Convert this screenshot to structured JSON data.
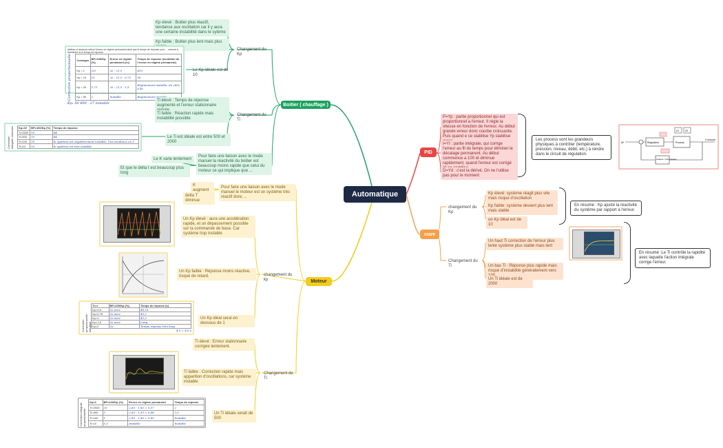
{
  "root": "Automatique",
  "boitier": {
    "label": "Boitier ( chauffage )",
    "kp_group": "Changement du Kp",
    "kp_eleve": "Kp élevé : Boitier plus réactif, tendance aux oscillation car il y aura une certaine instabilité dans le sytème",
    "kp_faible": "Kp faible : Boitier plus lent mais plus stable",
    "kp_ideal": "Le Kp idéale est de 10",
    "kp_table": {
      "caption": "tableau ci-dessous relève l'erreur en régime permanent ainsi que le temps de réponse pour ... mesure à transitoire et le temps de réponse",
      "side": "Correction proportionnelle",
      "headers": [
        "Consigne",
        "BP=100/Kp (%)",
        "Erreur en régime permanent (e=)",
        "Temps de réponse (évolution de l'erreur en régime permanent)"
      ],
      "rows": [
        [
          "Kp = 1",
          "/20",
          "2e - 21,5",
          "410"
        ],
        [
          "Kp = 10",
          "10",
          "2e - 21,5 - 0,75",
          "90"
        ],
        [
          "Kp = 20",
          "5,71",
          "2e - 21,5 - 1,5",
          "Régimement instable. de 245s à 4s"
        ],
        [
          "Kp = 50",
          "2",
          "Instable",
          "Régimement instable"
        ]
      ],
      "note": "Kp: 50   400 - 27   instable"
    },
    "ti_group": "Changement du Ti",
    "ti_eleve": "Ti élevé : Temps de réponse augmenté et l'erreur stationnaire réduite",
    "ti_faible": "Ti faible : Réaction rapide mais instabilité possible",
    "ti_ideal": "Le Ti est idéale est entre 500 et 2000",
    "ti_table": {
      "side": "Correction intégrale ordonnée",
      "headers": [
        "Kp=10",
        "BP=100/Kp (%)",
        "Temps de réponse"
      ],
      "rows": [
        [
          "Ti=2000",
          "10",
          "84"
        ],
        [
          "Ti=500",
          "10",
          "84"
        ],
        [
          "Ti=100",
          "10",
          "le système est régulièrement instable, Une tendance en 5"
        ],
        [
          "Ti=10",
          "10",
          "le système est très instable"
        ]
      ]
    },
    "liaison": "Pour faire une liaison avec le mode manuel la réactivité du boitier est beaucoup moins rapide que celui du moteur ce qui implique que ...",
    "k_lent": "Le K varie lentement",
    "delta_long": "Et que le delta t est beaucoup plus long"
  },
  "moteur": {
    "label": "Moteur",
    "liaison": "Pour faire une liaison avec le mode manuel le moteur est un système très réactif donc ...",
    "k_augmente": "K augment",
    "delta_diminue": "delta T diminue",
    "kp_group": "changement du kp",
    "kp_eleve": "Un Kp élevé : aura une accélération rapide, et un dépassement possible sur la commande de base. Car système trop instable",
    "kp_faible": "Un Kp faible : Réponse moins réactive, risque de retard.",
    "kp_ideal": "Un Kp idéal serai en dessous de 1",
    "kp_table": {
      "side": "Correction proportionnelle intégrale",
      "headers": [
        "Ti=∞",
        "BP=100/Kp (%)",
        "Temps de réponse (s)"
      ],
      "rows": [
        [
          "Kp=0,5",
          "2e avec",
          "48,25"
        ],
        [
          "Kp=0,75",
          "2e avec",
          "49,2"
        ],
        [
          "Kp=1",
          "2e avec",
          "43,5"
        ],
        [
          "Kp=1,5",
          "2e avec",
          "Long"
        ],
        [
          "Kp=2",
          "2e",
          "Temps réponse très long"
        ]
      ],
      "note": "4,0 = 4,6 s"
    },
    "ti_group": "Changement de Ti",
    "ti_eleve": "Ti élevé : Erreur stationnaire corrigée lentement.",
    "ti_faible": "Ti faible : Correction rapide mais apparition d'oscillations, car système instable",
    "ti_ideal": "Un Ti idéale serait de 500",
    "ti_table": {
      "side": "Correction intégrale proportionnelle",
      "headers": [
        "Kp=1",
        "BP=100/Kp (%)",
        "Erreur en régime permanent",
        "Temps de réponse"
      ],
      "rows": [
        [
          "Ti=2000",
          "20",
          "2,83 - 1,83 = 0,57",
          "2"
        ],
        [
          "Ti=500",
          "3",
          "2,83 - 1,95 = 0,88",
          "3,5"
        ],
        [
          "Ti=100",
          "1",
          "2,83 - 1,86 = 0,85",
          "Instable"
        ],
        [
          "Ti=10",
          "0,1",
          "Instable",
          "Instable"
        ]
      ]
    }
  },
  "pid": {
    "label": "PID",
    "p": "P=Yp : partie proportionnel qui est proportionnel a l'erreur. Il règle la vitesse en fonction de l'erreur. Au début grande erreur donc courbe croissante. Puis quand e ce stabilise Yp stabilise aussi.",
    "i": "I=YI : partie intégrale, qui corrige l'erreur au fil du temps pour éliminer le décalage permanent. Au début commence a 100 et diminue rapidement, quand l'erreur est corrigé YI ce stabilise",
    "d": "D=Yd : c'est la dérivé. On ne l'utilise pas pour le moment",
    "summary": "Les process sont les grandeurs physiques à contrôler (température, pression, niveau, débit, etc.) à rendre dans le circuit de régulation.",
    "diagram": {
      "labels": [
        "W",
        "Régulateur",
        "Process",
        "Capteur / transmetteur",
        "X mesuré",
        "Z1",
        "Z2"
      ]
    }
  },
  "cuve": {
    "label": "cuve",
    "kp_group": "changement du Kp",
    "kp_eleve": "Kp élevé: système réagit plus vite mais risque d'oscillation",
    "kp_faible": "Kp faible: système devient plus lent mais stable",
    "kp_ideal": "un Kp idéal est de 10",
    "kp_summary": "En résumé : Kp ajuste la réactivité du système par rapport à l'erreur.",
    "ti_group": "Changement du Ti",
    "ti_haut": "Un haut Ti correction de l'erreur plus lente système plus stable mais lent",
    "ti_bas": "Un bas Ti : Réponse plus rapide mais risque d'instabilité généralement vers 100.",
    "ti_ideal": "Un Ti idéale est de 2000",
    "ti_summary": "En résumé :Le Ti contrôle la rapidité avec laquelle l'action intégrale corrige l'erreur."
  },
  "colors": {
    "root": "#1e2a44",
    "boitier": "#1aa260",
    "moteur": "#f2cc1c",
    "pid": "#e84545",
    "cuve": "#f5a04a"
  }
}
